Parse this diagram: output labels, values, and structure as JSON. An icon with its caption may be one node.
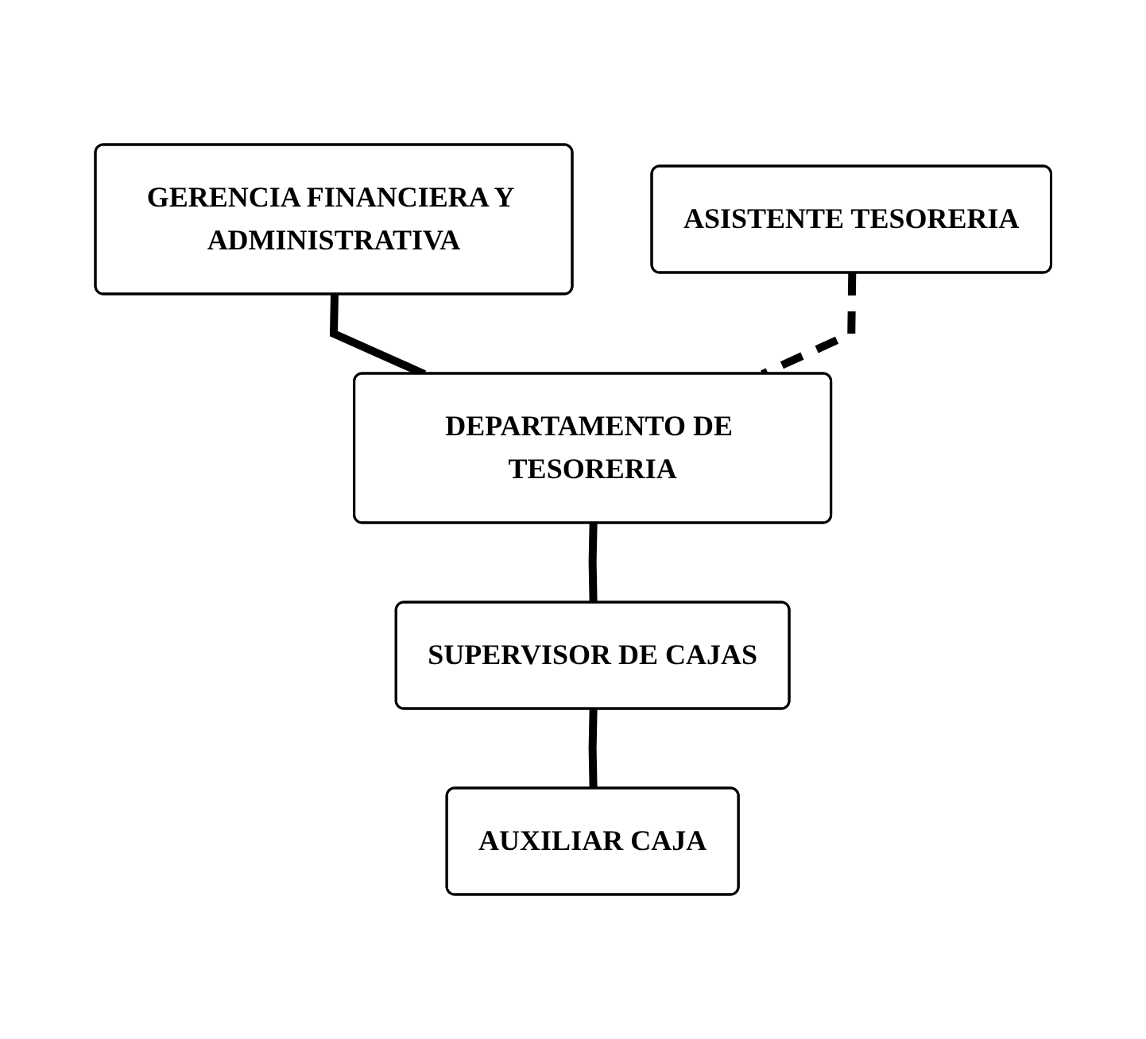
{
  "diagram": {
    "nodes": [
      {
        "text": [
          "GERENCIA FINANCIERA Y ADMINISTRATIVA"
        ]
      },
      {
        "text": [
          "DEPARTAMENTO DE TESORERIA"
        ]
      },
      {
        "text": [
          "ASISTENTE TESORERIA"
        ]
      },
      {
        "text": [
          "SUPERVISOR DE CAJAS"
        ]
      },
      {
        "text": [
          "AUXILIAR CAJA"
        ]
      }
    ],
    "edges": [
      {
        "from": 0,
        "to": 1,
        "arrow": "none"
      },
      {
        "from": 1,
        "to": 3,
        "arrow": "none"
      },
      {
        "from": 2,
        "to": 1,
        "arrow": "none",
        "style": "dashed"
      },
      {
        "from": 3,
        "to": 4,
        "arrow": "none"
      }
    ]
  }
}
